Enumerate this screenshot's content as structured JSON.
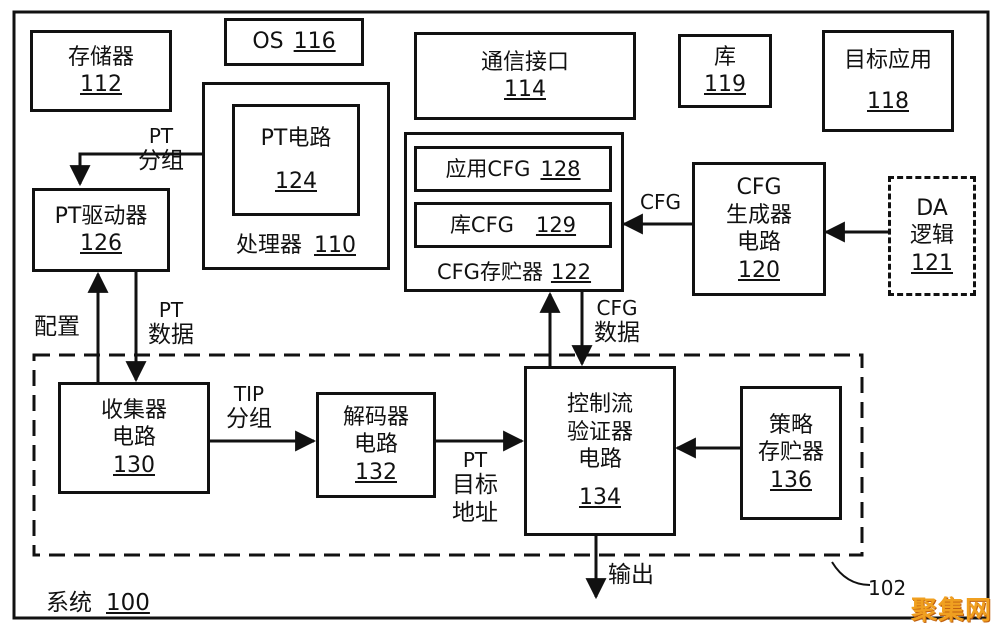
{
  "system": {
    "label": "系统",
    "ref": "100"
  },
  "dashed_group_ref": "102",
  "memory": {
    "name": "存储器",
    "ref": "112"
  },
  "os": {
    "name": "OS",
    "ref": "116"
  },
  "comm": {
    "name": "通信接口",
    "ref": "114"
  },
  "lib": {
    "name": "库",
    "ref": "119"
  },
  "target_app": {
    "name": "目标应用",
    "ref": "118"
  },
  "processor": {
    "name": "处理器",
    "ref": "110"
  },
  "pt_circuit": {
    "name": "PT电路",
    "ref": "124"
  },
  "pt_driver": {
    "name": "PT驱动器",
    "ref": "126"
  },
  "cfg_store": {
    "name": "CFG存贮器",
    "ref": "122"
  },
  "app_cfg": {
    "name": "应用CFG",
    "ref": "128"
  },
  "lib_cfg": {
    "name": "库CFG",
    "ref": "129"
  },
  "cfg_gen": {
    "line1": "CFG",
    "line2": "生成器",
    "line3": "电路",
    "ref": "120"
  },
  "da_logic": {
    "line1": "DA",
    "line2": "逻辑",
    "ref": "121"
  },
  "collector": {
    "line1": "收集器",
    "line2": "电路",
    "ref": "130"
  },
  "decoder": {
    "line1": "解码器",
    "line2": "电路",
    "ref": "132"
  },
  "cfv": {
    "line1": "控制流",
    "line2": "验证器",
    "line3": "电路",
    "ref": "134"
  },
  "policy": {
    "line1": "策略",
    "line2": "存贮器",
    "ref": "136"
  },
  "labels": {
    "pt_packet_1": "PT",
    "pt_packet_2": "分组",
    "config": "配置",
    "pt_data_1": "PT",
    "pt_data_2": "数据",
    "tip_1": "TIP",
    "tip_2": "分组",
    "pt_target_1": "PT",
    "pt_target_2": "目标",
    "pt_target_3": "地址",
    "cfg_arrow": "CFG",
    "cfg_data_1": "CFG",
    "cfg_data_2": "数据",
    "output": "输出"
  },
  "watermark": "聚集网"
}
